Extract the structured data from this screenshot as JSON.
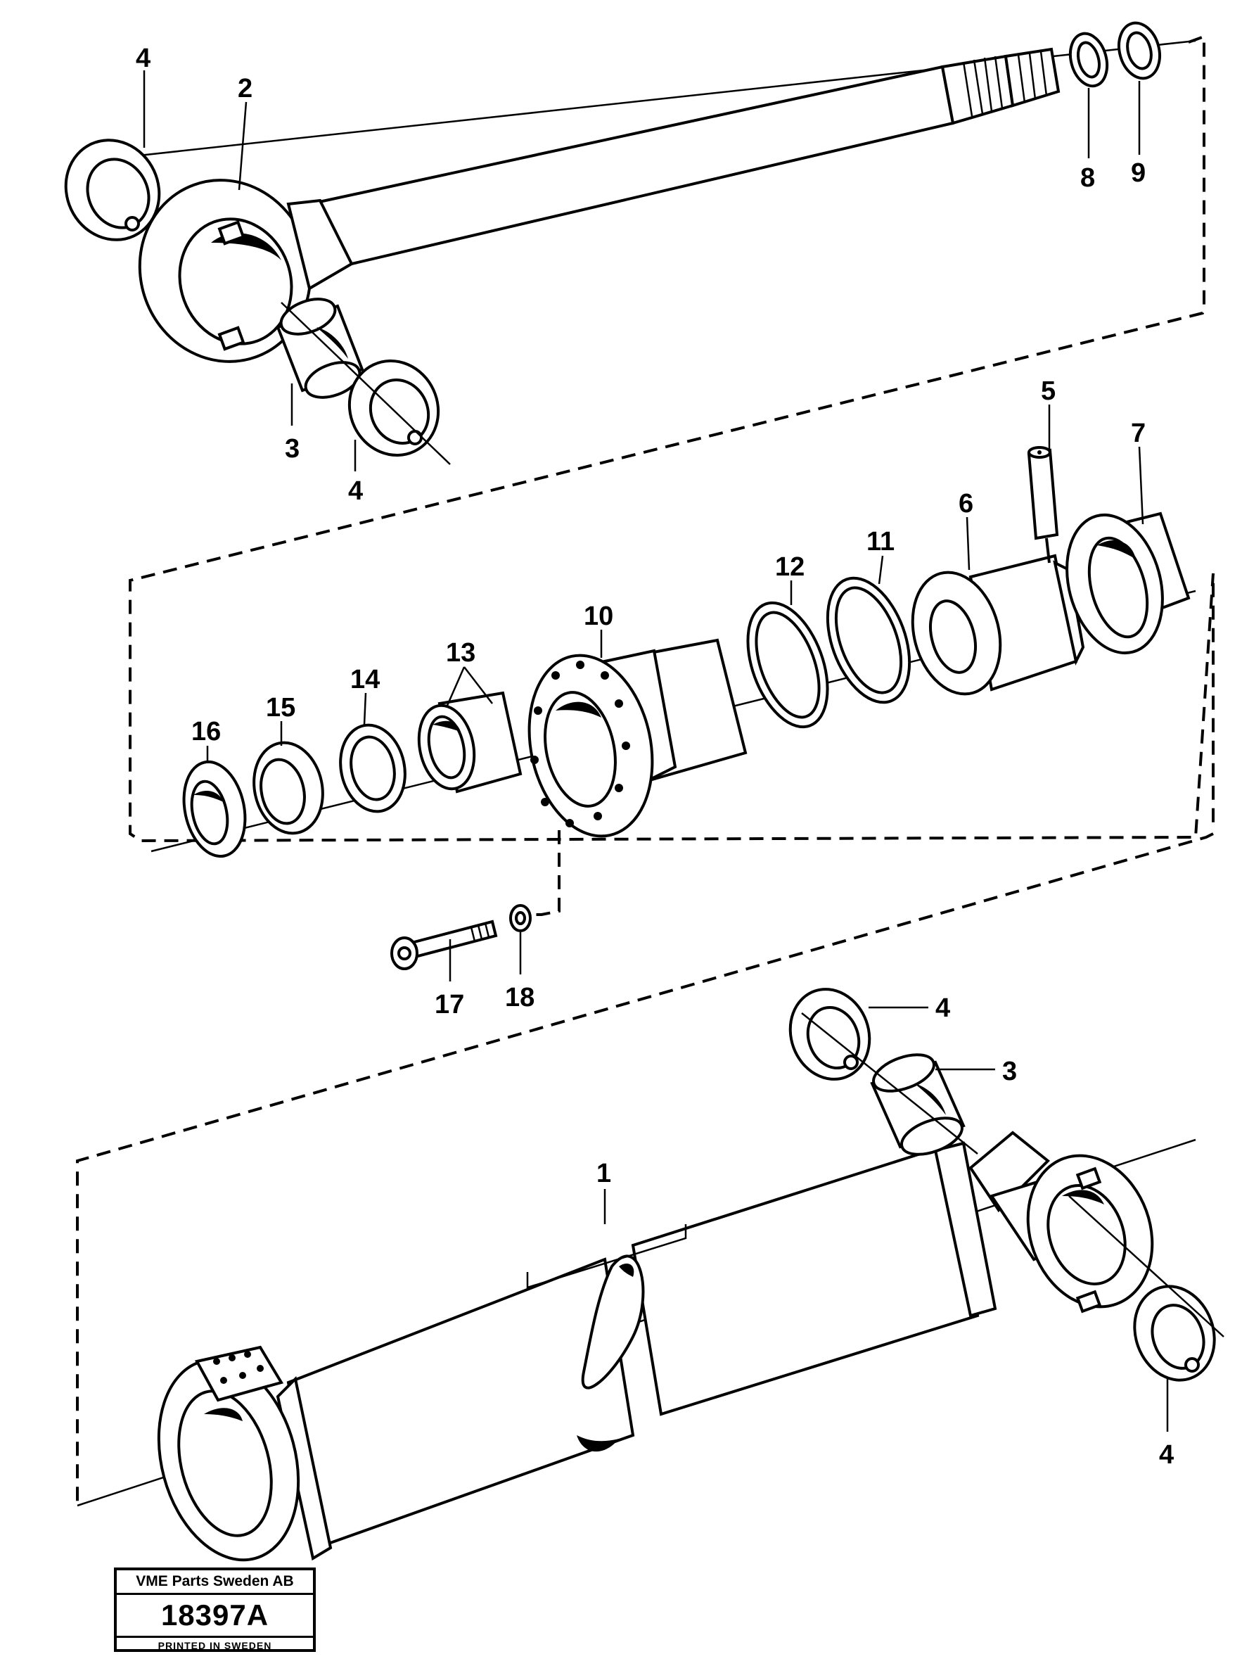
{
  "callouts": {
    "c1": "1",
    "c2": "2",
    "c3a": "3",
    "c3b": "3",
    "c4a": "4",
    "c4b": "4",
    "c4c": "4",
    "c4d": "4",
    "c5": "5",
    "c6": "6",
    "c7": "7",
    "c8": "8",
    "c9": "9",
    "c10": "10",
    "c11": "11",
    "c12": "12",
    "c13": "13",
    "c14": "14",
    "c15": "15",
    "c16": "16",
    "c17": "17",
    "c18": "18"
  },
  "stamp": {
    "company": "VME Parts Sweden AB",
    "number": "18397A",
    "printed": "PRINTED IN SWEDEN"
  }
}
